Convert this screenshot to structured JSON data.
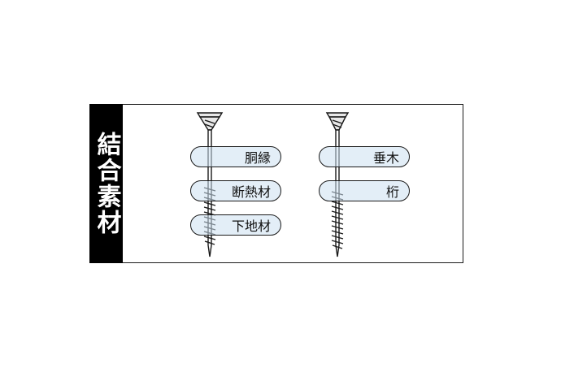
{
  "side_label": "結合素材",
  "left_group": {
    "labels": [
      "胴縁",
      "断熱材",
      "下地材"
    ]
  },
  "right_group": {
    "labels": [
      "垂木",
      "桁"
    ]
  },
  "colors": {
    "label_bg": "#000000",
    "label_text": "#ffffff",
    "pill_fill": "#cce0f0",
    "outline": "#1a1a1a"
  }
}
